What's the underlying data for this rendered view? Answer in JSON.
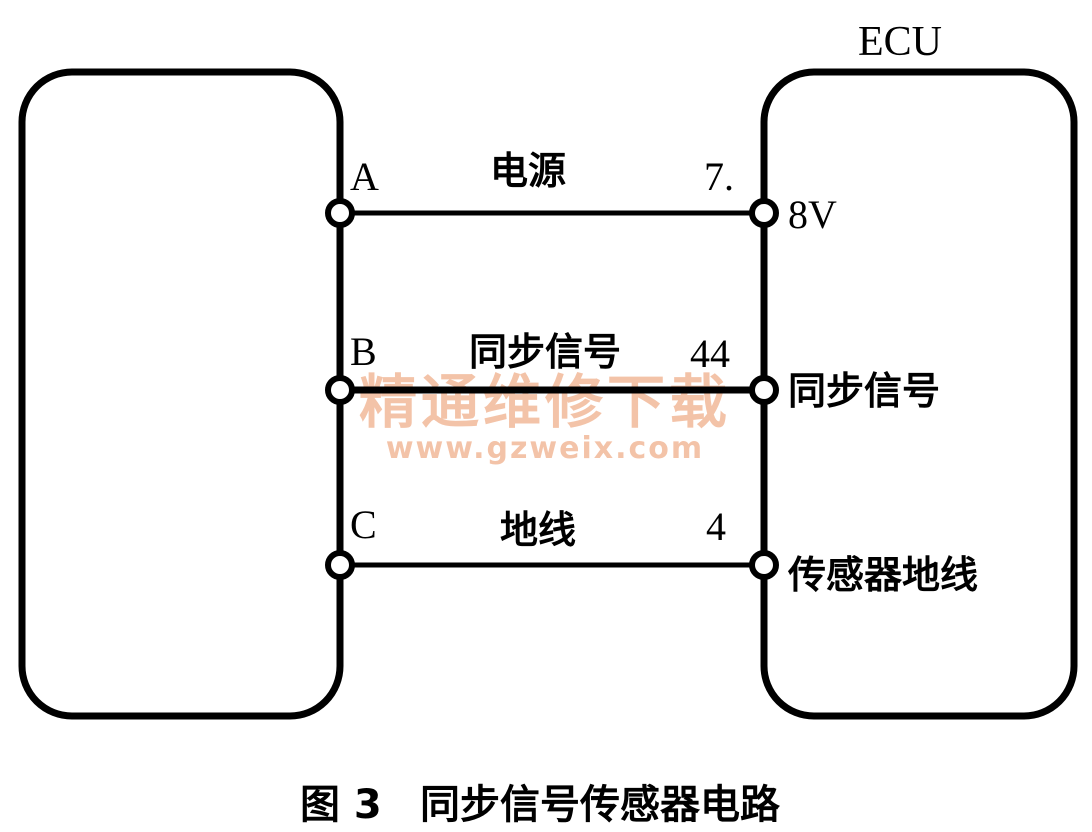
{
  "ecu_title": "ECU",
  "wires": [
    {
      "pin": "A",
      "signal": "电源",
      "ecu_pin": "7.",
      "ecu_label": "8V"
    },
    {
      "pin": "B",
      "signal": "同步信号",
      "ecu_pin": "44",
      "ecu_label": "同步信号"
    },
    {
      "pin": "C",
      "signal": "地线",
      "ecu_pin": "4",
      "ecu_label": "传感器地线"
    }
  ],
  "watermark": {
    "text": "精通维修下载",
    "url": "www.gzweix.com"
  },
  "caption": {
    "number": "图 3",
    "title": "同步信号传感器电路"
  },
  "colors": {
    "line": "#000000",
    "watermark": "#f2b99a",
    "background": "#ffffff"
  }
}
